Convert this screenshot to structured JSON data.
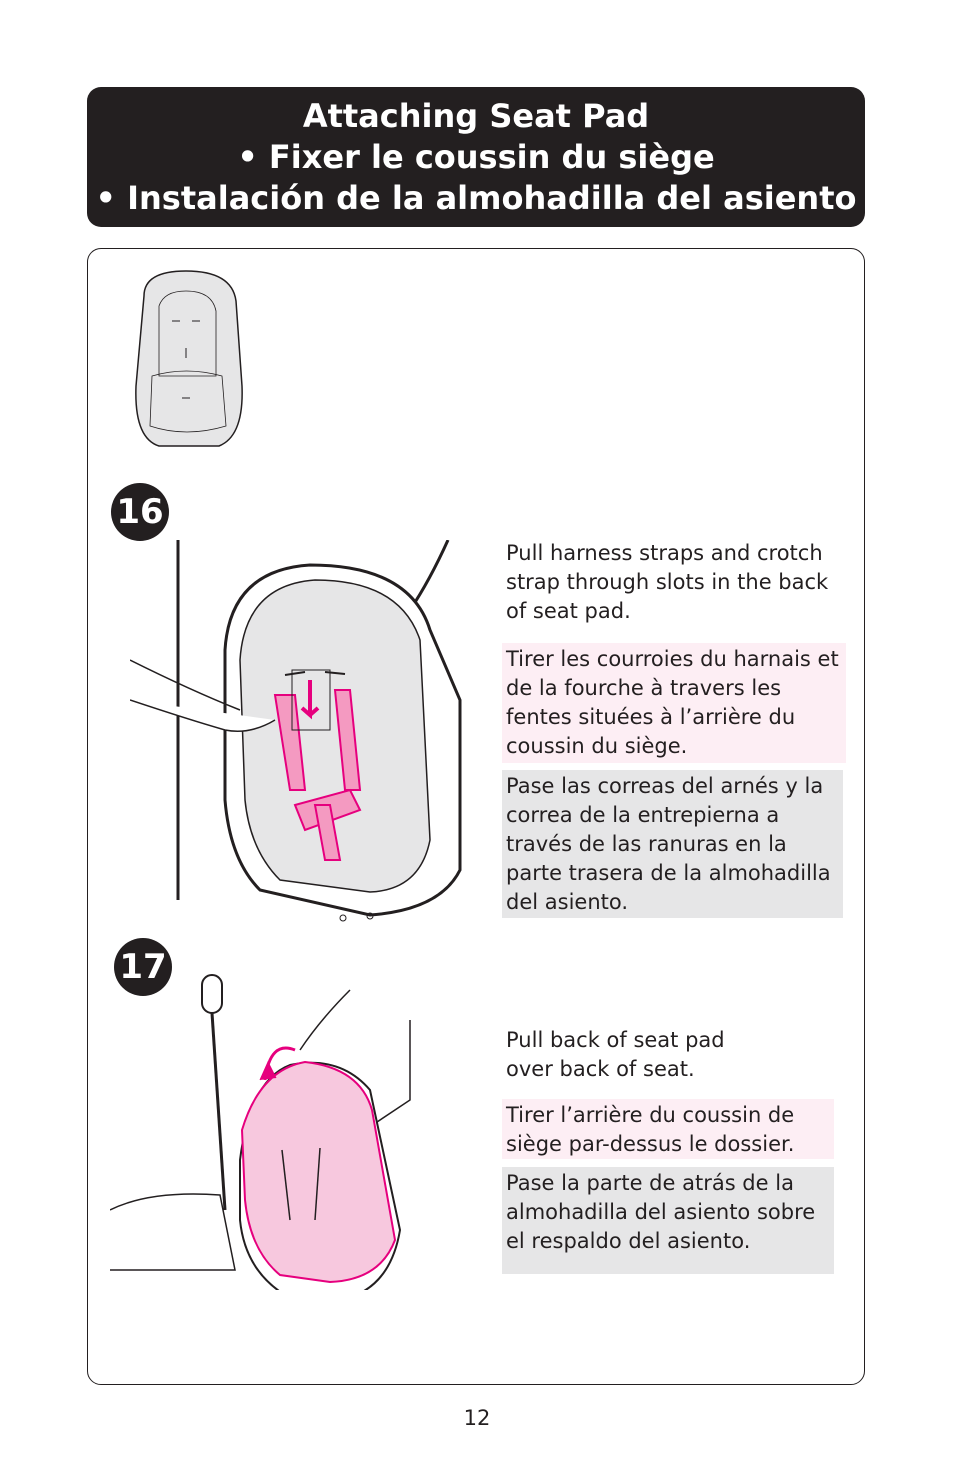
{
  "header": {
    "line1": "Attaching Seat Pad",
    "line2": "• Fixer le coussin du siège",
    "line3": "• Instalación de la almohadilla del asiento"
  },
  "steps": [
    {
      "number": "16",
      "en": [
        "Pull harness straps and crotch",
        "strap through slots in the back",
        "of seat pad."
      ],
      "fr": [
        "Tirer les courroies du harnais et",
        "de la fourche à travers les",
        "fentes situées à l’arrière du",
        "coussin du siège."
      ],
      "es": [
        "Pase las correas del arnés y la",
        "correa de la entrepierna a",
        "través de las ranuras en la",
        "parte trasera de la almohadilla",
        "del asiento."
      ]
    },
    {
      "number": "17",
      "en": [
        "Pull back of seat pad",
        "over back of seat."
      ],
      "fr": [
        "Tirer l’arrière du coussin de",
        "siège par-dessus le dossier."
      ],
      "es": [
        "Pase la parte de atrás de la",
        "almohadilla del asiento sobre",
        "el respaldo del asiento."
      ]
    }
  ],
  "page_number": "12",
  "colors": {
    "accent": "#e6007e",
    "fr_bg": "#fdeef4",
    "es_bg": "#e6e6e7",
    "banner_bg": "#231f20"
  }
}
